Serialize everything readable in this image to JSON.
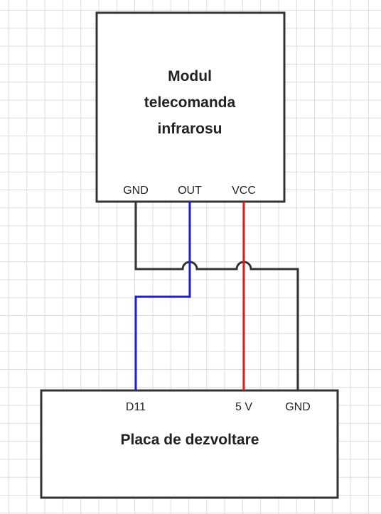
{
  "module": {
    "title_lines": [
      "Modul",
      "telecomanda",
      "infrarosu"
    ],
    "pins": {
      "gnd": "GND",
      "out": "OUT",
      "vcc": "VCC"
    }
  },
  "board": {
    "title": "Placa de dezvoltare",
    "pins": {
      "d11": "D11",
      "v5": "5 V",
      "gnd": "GND"
    }
  },
  "colors": {
    "box_stroke": "#333333",
    "wire_gnd": "#333333",
    "wire_signal": "#1f1fd0",
    "wire_power": "#e01b1b"
  }
}
